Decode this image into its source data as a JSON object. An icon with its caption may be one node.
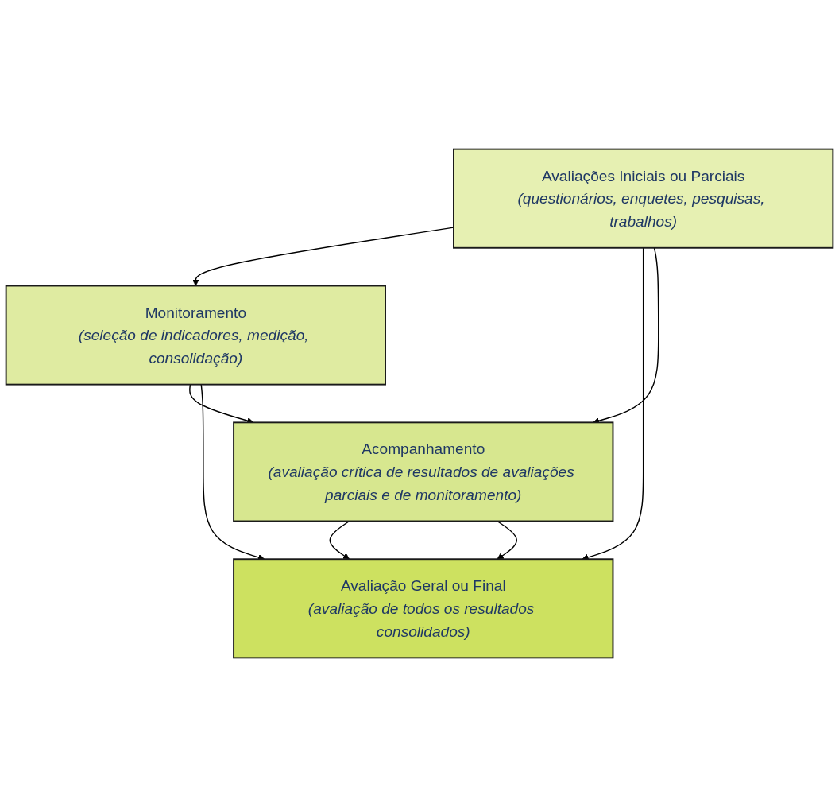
{
  "diagram": {
    "nodes": [
      {
        "text": [
          "Avaliações Iniciais ou Parciais",
          "(questionários, enquetes, pesquisas, trabalhos)"
        ]
      },
      {
        "text": [
          "Monitoramento",
          "(seleção de indicadores, medição, consolidação)"
        ]
      },
      {
        "text": [
          "Acompanhamento",
          "(avaliação crítica de resultados de avaliações parciais e de monitoramento)"
        ]
      },
      {
        "text": [
          "Avaliação Geral ou Final",
          "(avaliação de todos os resultados consolidados)"
        ]
      }
    ],
    "edges": [
      {
        "from": 0,
        "to": 1,
        "arrow": "to"
      },
      {
        "from": 1,
        "to": 2,
        "arrow": "to"
      },
      {
        "from": 2,
        "to": 3,
        "arrow": "to"
      },
      {
        "from": 0,
        "to": 3,
        "arrow": "to"
      },
      {
        "from": 1,
        "to": 3,
        "arrow": "to"
      },
      {
        "from": 2,
        "to": 3,
        "arrow": "to"
      },
      {
        "from": 0,
        "to": 2,
        "arrow": "to"
      }
    ]
  }
}
